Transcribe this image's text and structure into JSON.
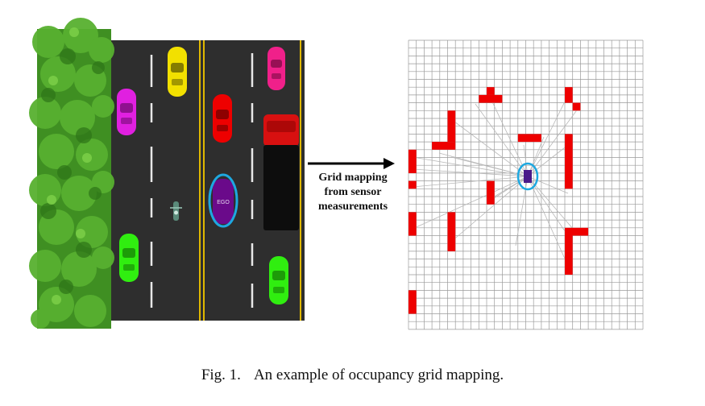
{
  "figure": {
    "ego_label": "EGO",
    "arrow_label_lines": [
      "Grid mapping",
      "from sensor",
      "measurements"
    ],
    "caption_label": "Fig. 1.",
    "caption_text": "An example of occupancy grid mapping."
  },
  "road": {
    "vehicles": [
      {
        "name": "yellow-car",
        "color": "#f2e000"
      },
      {
        "name": "magenta-car",
        "color": "#e020e0"
      },
      {
        "name": "red-car",
        "color": "#ee0000"
      },
      {
        "name": "pink-car",
        "color": "#f0208a"
      },
      {
        "name": "ego-car",
        "color": "#6a0a8a"
      },
      {
        "name": "motorcycle",
        "color": "#5a8a7a"
      },
      {
        "name": "green-car-left",
        "color": "#30ee10"
      },
      {
        "name": "green-car-right",
        "color": "#30ee10"
      },
      {
        "name": "truck",
        "color": "#111111"
      }
    ],
    "ego_highlight_color": "#1ea8e0"
  },
  "grid": {
    "columns": 30,
    "rows": 37,
    "occupied_color": "#ee0000",
    "ego_color": "#4a1a8a",
    "ego_highlight_color": "#1ea8e0"
  }
}
